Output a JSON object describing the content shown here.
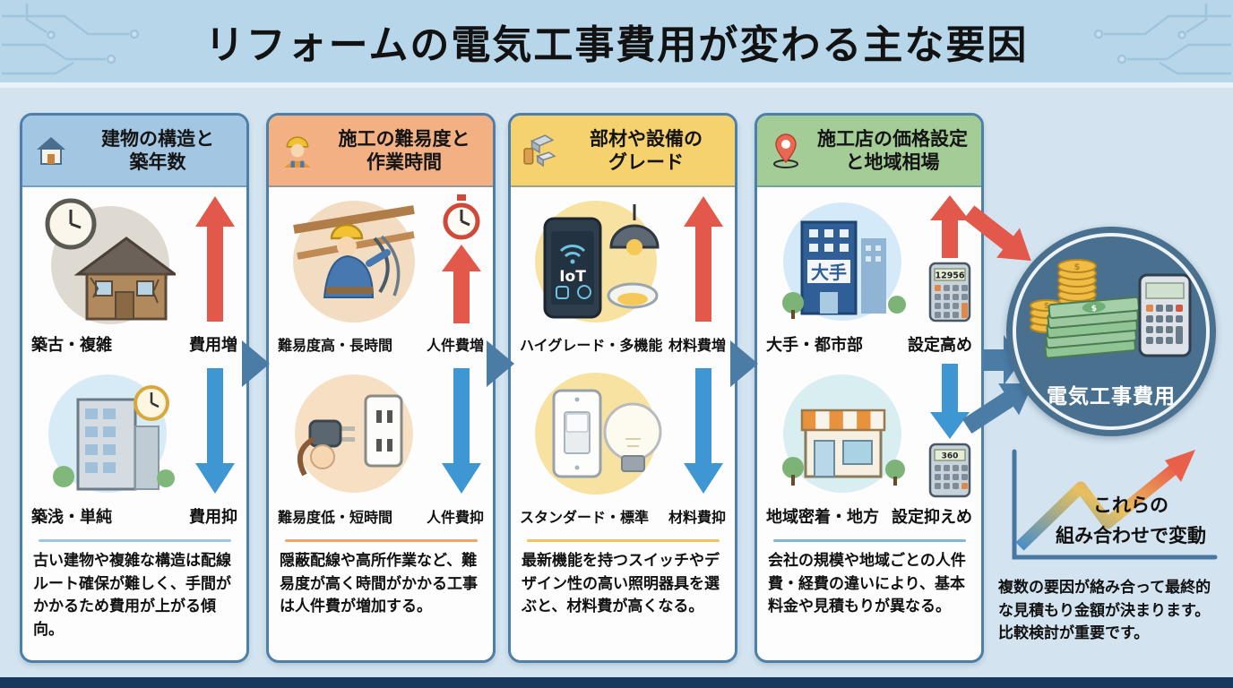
{
  "title": "リフォームの電気工事費用が変わる主な要因",
  "columns": [
    {
      "header_line1": "建物の構造と",
      "header_line2": "築年数",
      "up_label": "築古・複雑",
      "up_result": "費用増",
      "down_label": "築浅・単純",
      "down_result": "費用抑",
      "description": "古い建物や複雑な構造は配線ルート確保が難しく、手間がかかるため費用が上がる傾向。"
    },
    {
      "header_line1": "施工の難易度と",
      "header_line2": "作業時間",
      "up_label": "難易度高・長時間",
      "up_result": "人件費増",
      "down_label": "難易度低・短時間",
      "down_result": "人件費抑",
      "description": "隠蔽配線や高所作業など、難易度が高く時間がかかる工事は人件費が増加する。"
    },
    {
      "header_line1": "部材や設備の",
      "header_line2": "グレード",
      "up_label": "ハイグレード・多機能",
      "up_result": "材料費増",
      "down_label": "スタンダード・標準",
      "down_result": "材料費抑",
      "description": "最新機能を持つスイッチやデザイン性の高い照明器具を選ぶと、材料費が高くなる。"
    },
    {
      "header_line1": "施工店の価格設定",
      "header_line2": "と地域相場",
      "up_label": "大手・都市部",
      "up_result": "設定高め",
      "down_label": "地域密着・地方",
      "down_result": "設定抑えめ",
      "description": "会社の規模や地域ごとの人件費・経費の違いにより、基本料金や見積もりが異なる。"
    }
  ],
  "result": {
    "circle_label": "電気工事費用",
    "combo_line1": "これらの",
    "combo_line2": "組み合わせで変動",
    "note": "複数の要因が絡み合って最終的な見積もり金額が決まります。比較検討が重要です。"
  },
  "icons": {
    "iot_label": "IoT",
    "major_sign": "大手",
    "calc_high_display": "12956",
    "calc_low_display": "360"
  },
  "colors": {
    "page_bg": "#d3e4f0",
    "banner_bg": "#b7d6ea",
    "column_border": "#4d7fa9",
    "header_building": "#a3c6e2",
    "header_difficulty": "#f3b183",
    "header_materials": "#f5d26e",
    "header_vendor": "#a3cc97",
    "arrow_up_red": "#e2584a",
    "arrow_down_blue": "#3e96d2",
    "connector_blue": "#4b7ca6",
    "result_circle": "#49708f",
    "bottom_bar": "#16395d"
  }
}
